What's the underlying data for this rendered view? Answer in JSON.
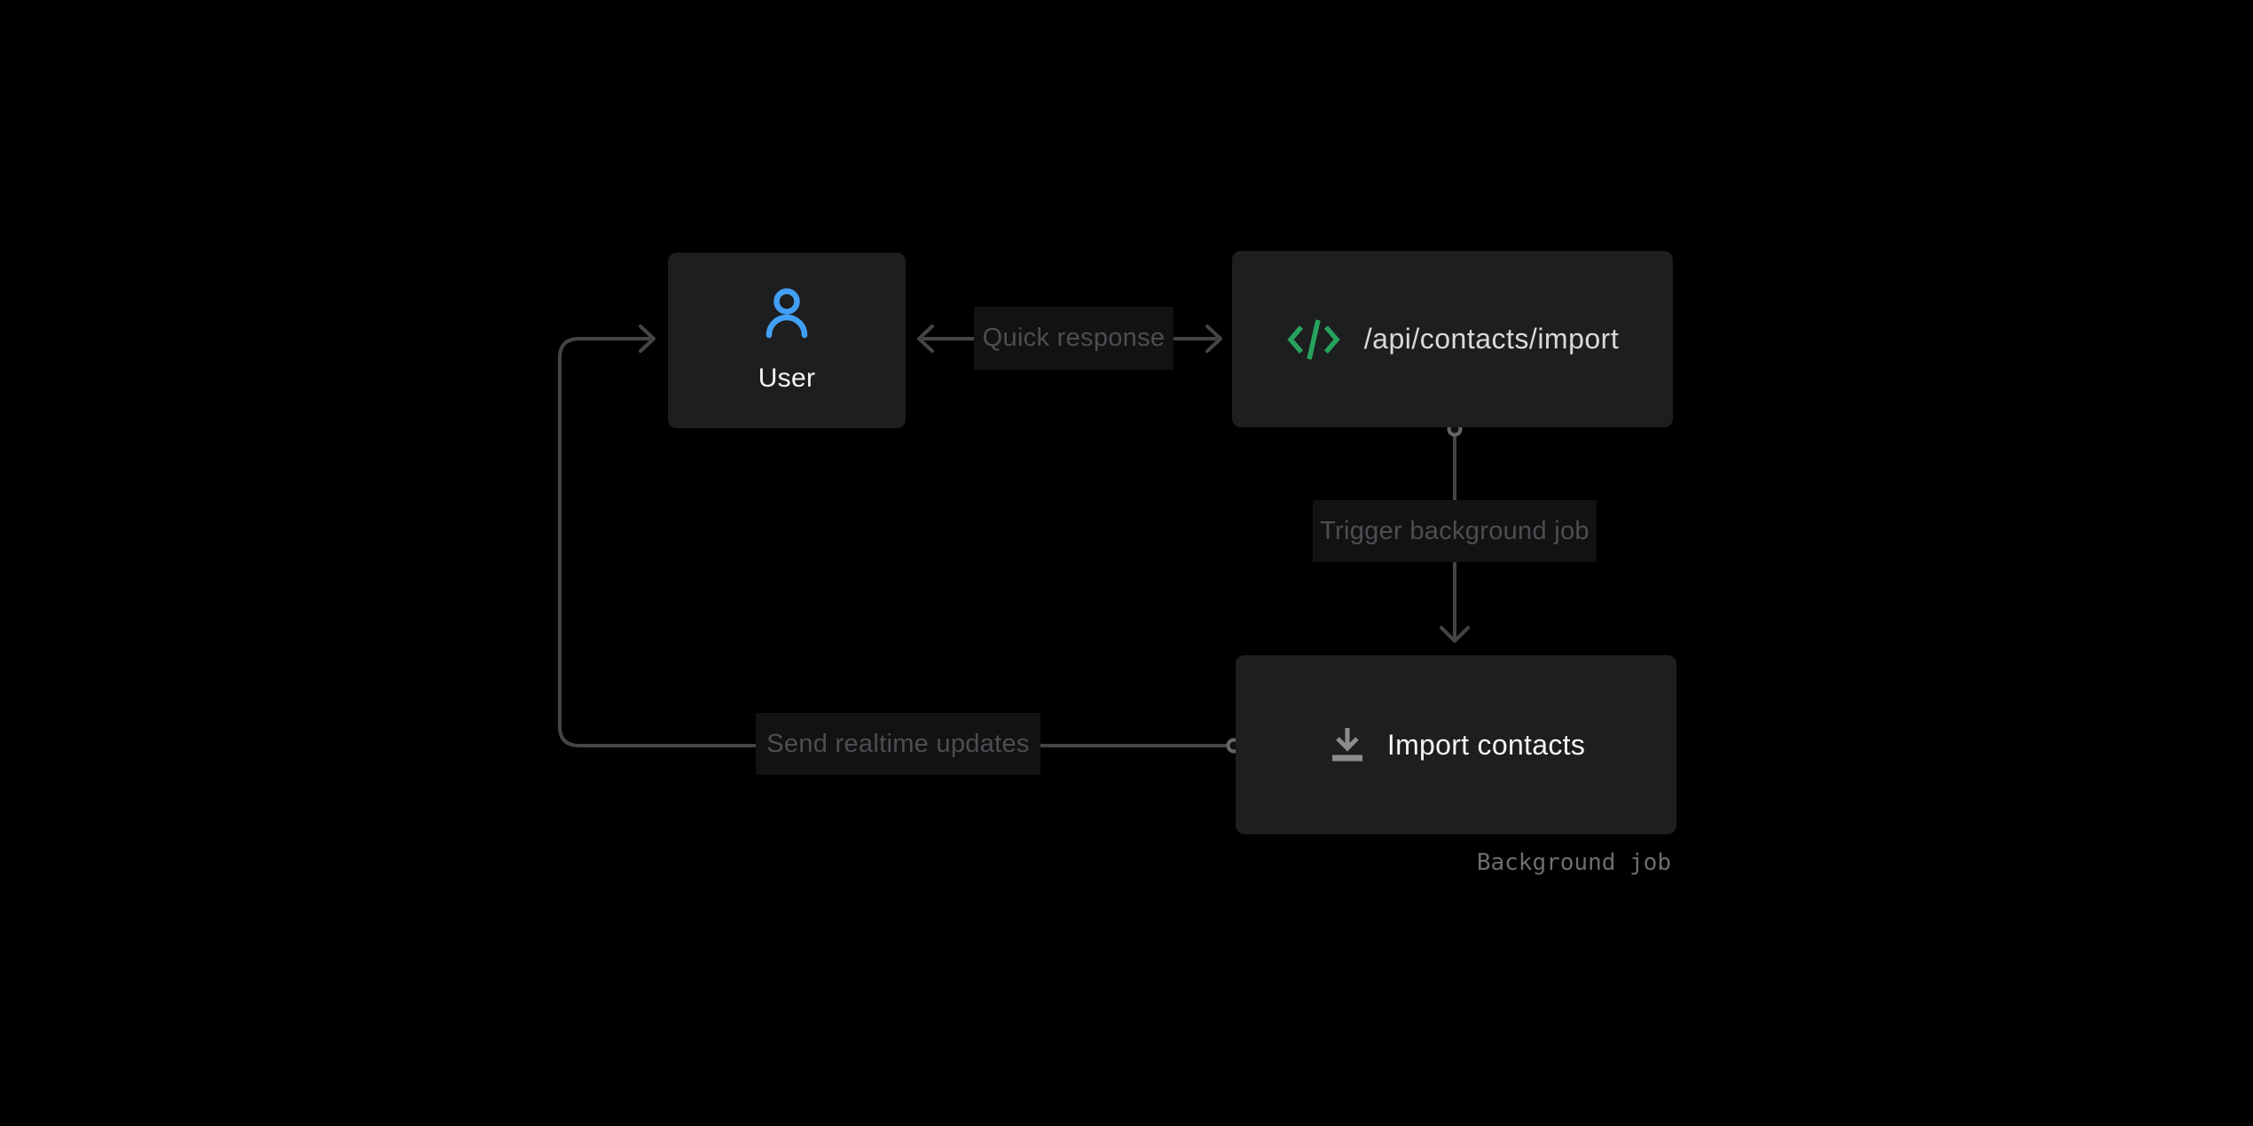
{
  "diagram": {
    "nodes": {
      "user": {
        "label": "User",
        "icon": "user-icon"
      },
      "api": {
        "label": "/api/contacts/import",
        "icon": "code-icon"
      },
      "import_job": {
        "label": "Import contacts",
        "icon": "download-icon",
        "caption": "Background job"
      }
    },
    "edges": {
      "quick_response": {
        "label": "Quick response",
        "between": "api and user",
        "style": "double-headed-arrow"
      },
      "trigger_job": {
        "label": "Trigger background job",
        "from": "api",
        "to": "import_job",
        "style": "arrow-down"
      },
      "send_updates": {
        "label": "Send realtime updates",
        "from": "import_job",
        "to": "user",
        "style": "elbow-arrow"
      }
    },
    "colors": {
      "background": "#000000",
      "node_bg": "#1d1e1f",
      "label_bg": "#121212",
      "line": "#454545",
      "node_text": "#f5f5f5",
      "api_text": "#d9dadb",
      "muted_text": "#4b4e52",
      "caption_text": "#6e6e6e",
      "user_icon": "#41a0f5",
      "code_icon": "#27a35e",
      "download_icon": "#8c8c8c"
    }
  }
}
